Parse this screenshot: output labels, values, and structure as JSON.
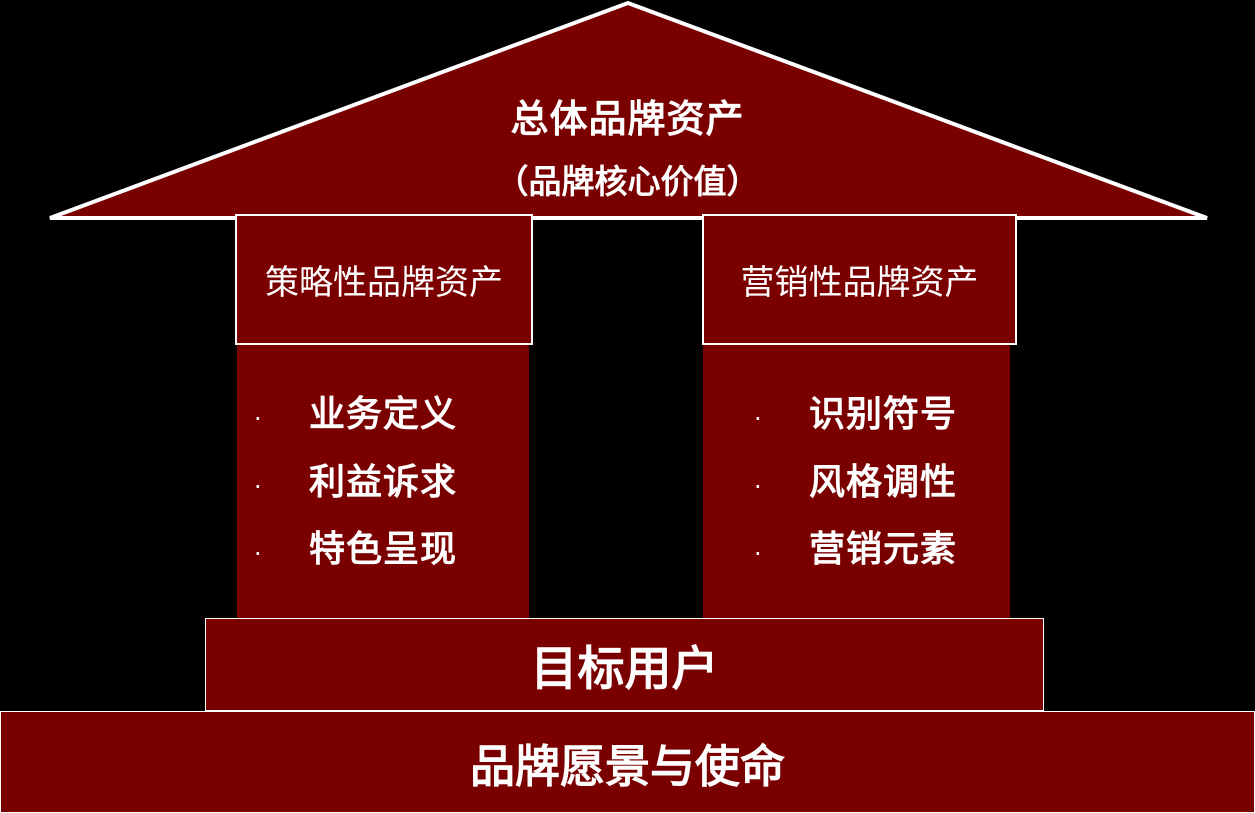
{
  "roof": {
    "title": "总体品牌资产",
    "subtitle": "（品牌核心价值）"
  },
  "pillars": [
    {
      "header": "策略性品牌资产",
      "bullet": "·",
      "items": [
        "业务定义",
        "利益诉求",
        "特色呈现"
      ]
    },
    {
      "header": "营销性品牌资产",
      "bullet": "·",
      "items": [
        "识别符号",
        "风格调性",
        "营销元素"
      ]
    }
  ],
  "base": {
    "target_users": "目标用户",
    "vision_mission": "品牌愿景与使命"
  },
  "colors": {
    "background": "#000000",
    "fill": "#7a0000",
    "text": "#ffffff",
    "outline": "#ffffff"
  }
}
